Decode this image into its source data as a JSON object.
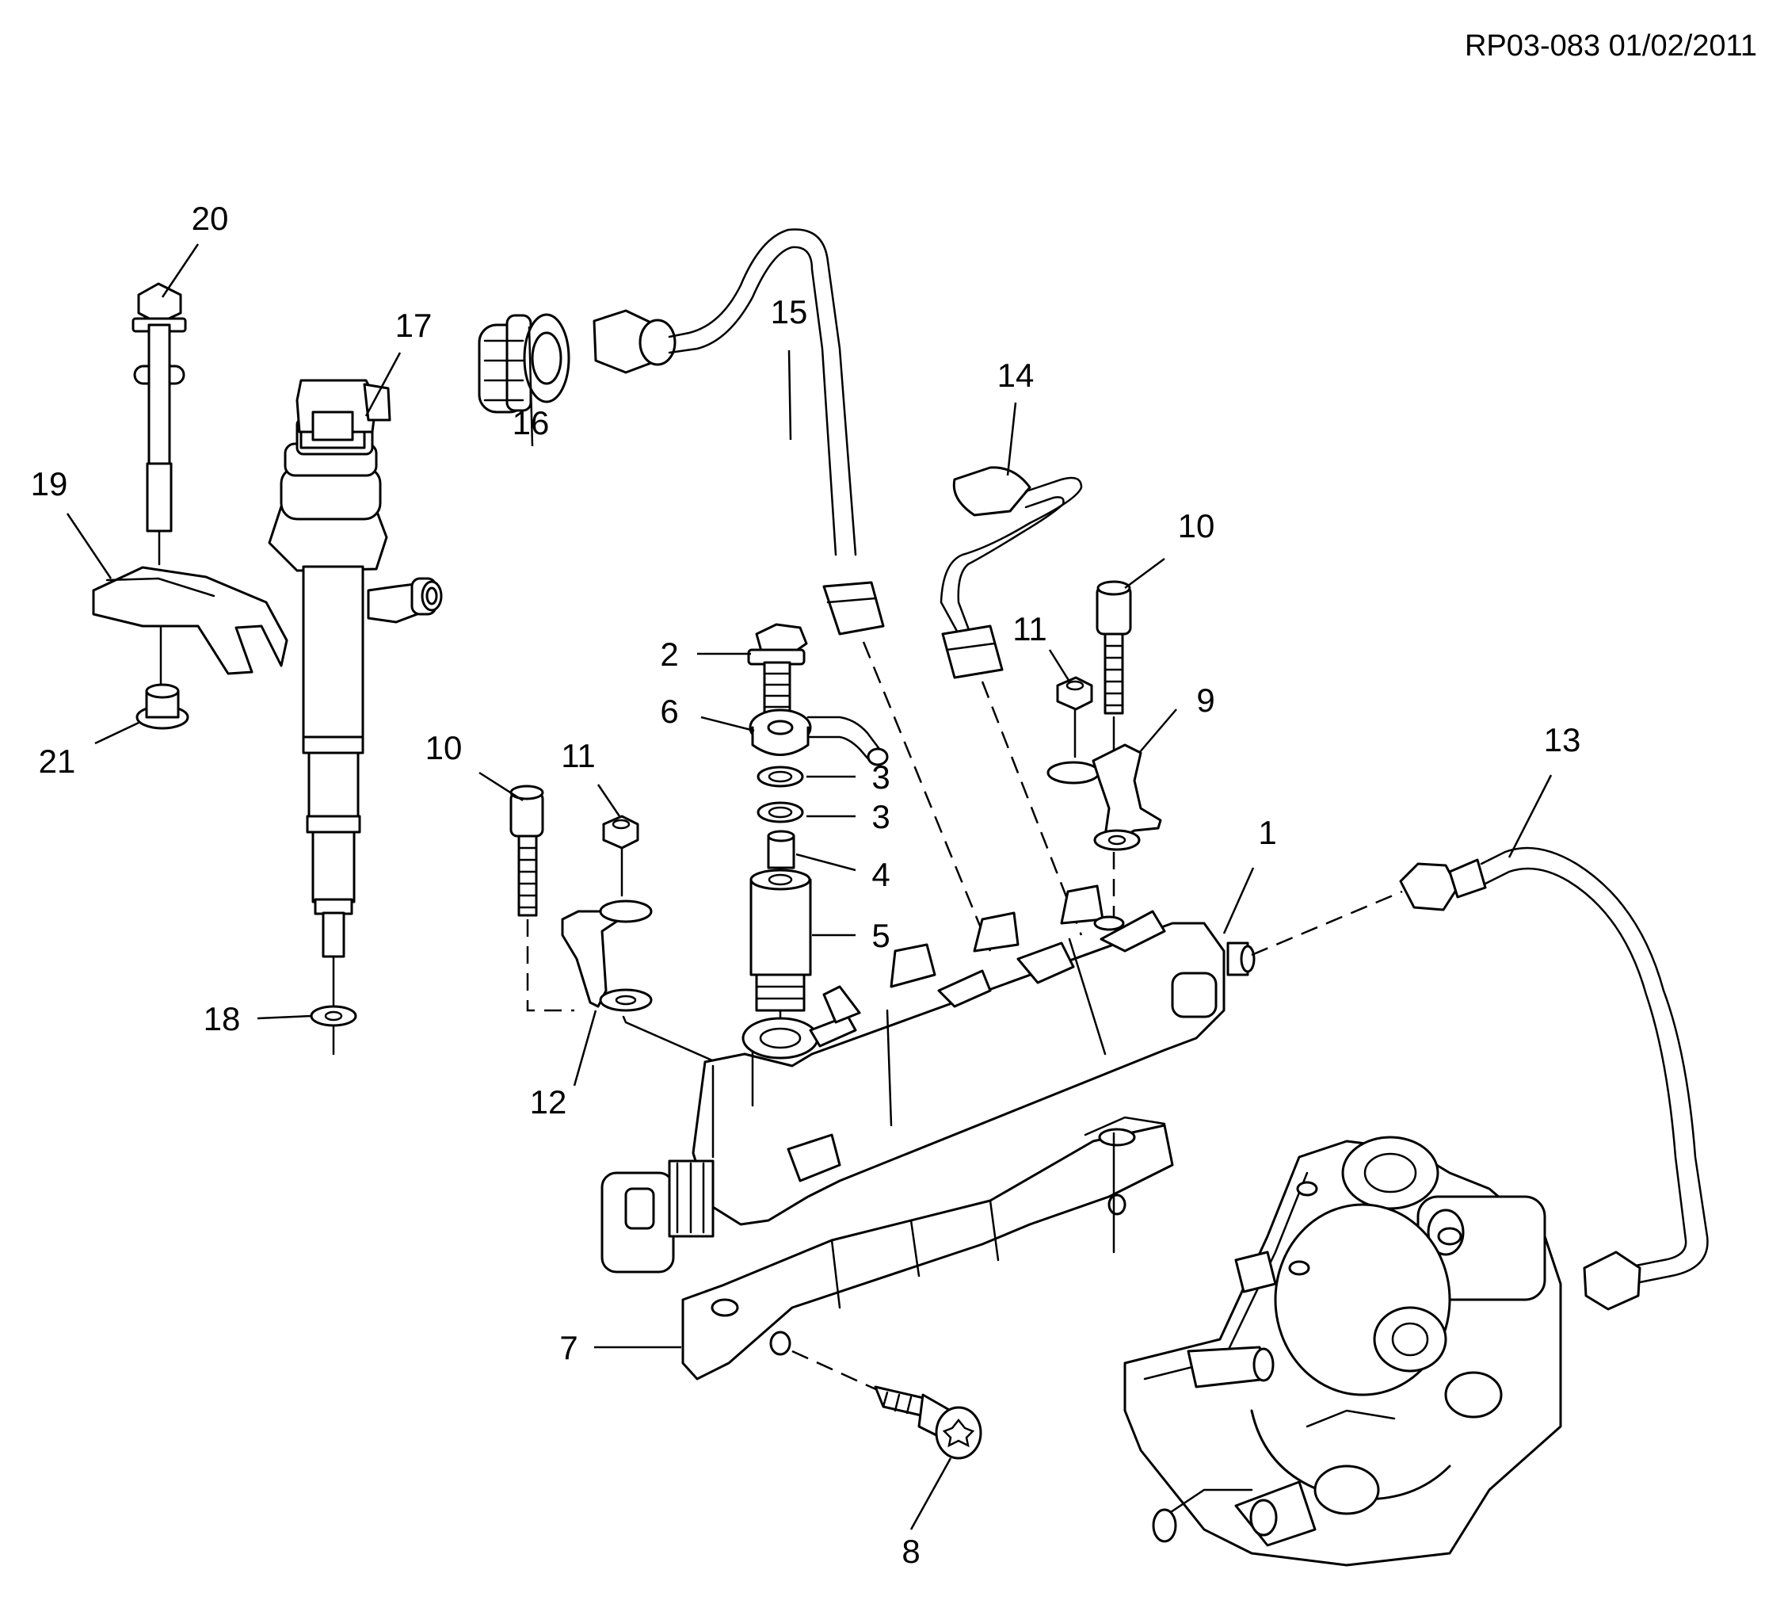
{
  "header": {
    "doc_id": "RP03-083 01/02/2011"
  },
  "callouts": {
    "c1": "1",
    "c2": "2",
    "c3a": "3",
    "c3b": "3",
    "c4": "4",
    "c5": "5",
    "c6": "6",
    "c7": "7",
    "c8": "8",
    "c9": "9",
    "c10a": "10",
    "c10b": "10",
    "c11a": "11",
    "c11b": "11",
    "c12": "12",
    "c13": "13",
    "c14": "14",
    "c15": "15",
    "c16": "16",
    "c17": "17",
    "c18": "18",
    "c19": "19",
    "c20": "20",
    "c21": "21"
  }
}
